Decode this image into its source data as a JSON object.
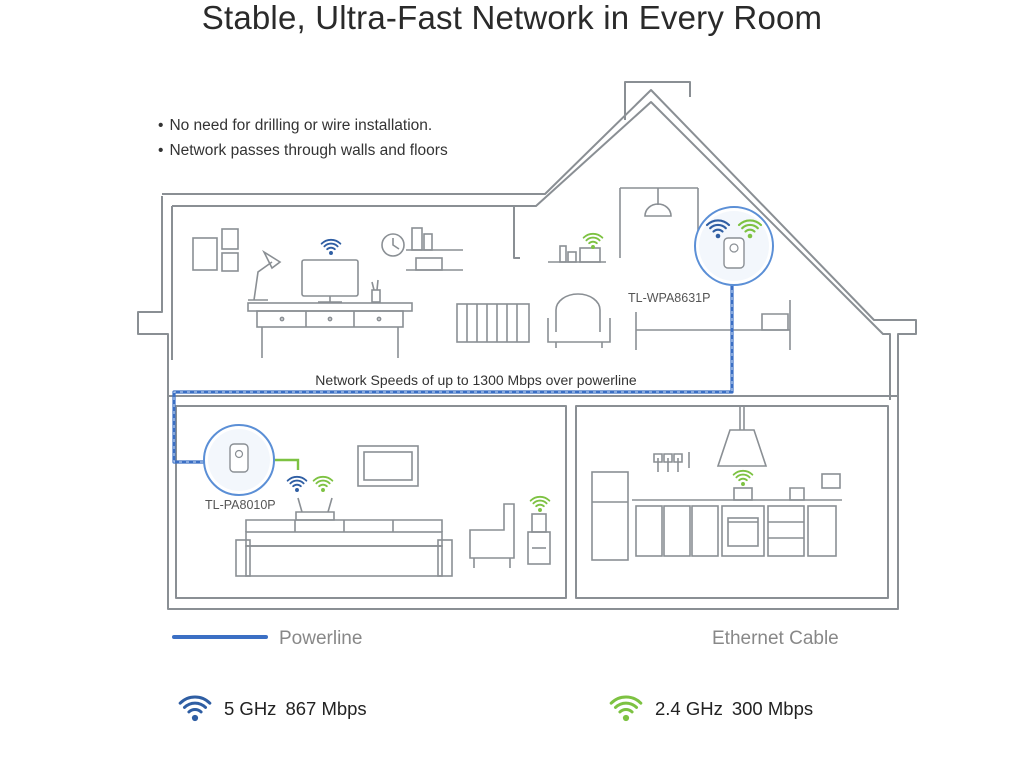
{
  "title": "Stable, Ultra-Fast Network in Every Room",
  "bullets": [
    "No need for drilling or wire installation.",
    "Network passes through walls and floors"
  ],
  "devices": {
    "upstairs": "TL-WPA8631P",
    "downstairs": "TL-PA8010P"
  },
  "speed_caption": "Network Speeds of up to 1300 Mbps over powerline",
  "legend": {
    "powerline": "Powerline",
    "ethernet": "Ethernet Cable",
    "band_5_freq": "5 GHz",
    "band_5_speed": "867 Mbps",
    "band_24_freq": "2.4 GHz",
    "band_24_speed": "300 Mbps"
  },
  "colors": {
    "powerline": "#3b6fc4",
    "ethernet": "#7dc242",
    "wifi_5ghz": "#2f5ea3",
    "wifi_24ghz": "#7dc242",
    "line": "#8a8f94"
  },
  "icons": [
    "wifi-5ghz-icon",
    "wifi-2.4ghz-icon",
    "powerline-adapter-icon",
    "router-icon"
  ]
}
